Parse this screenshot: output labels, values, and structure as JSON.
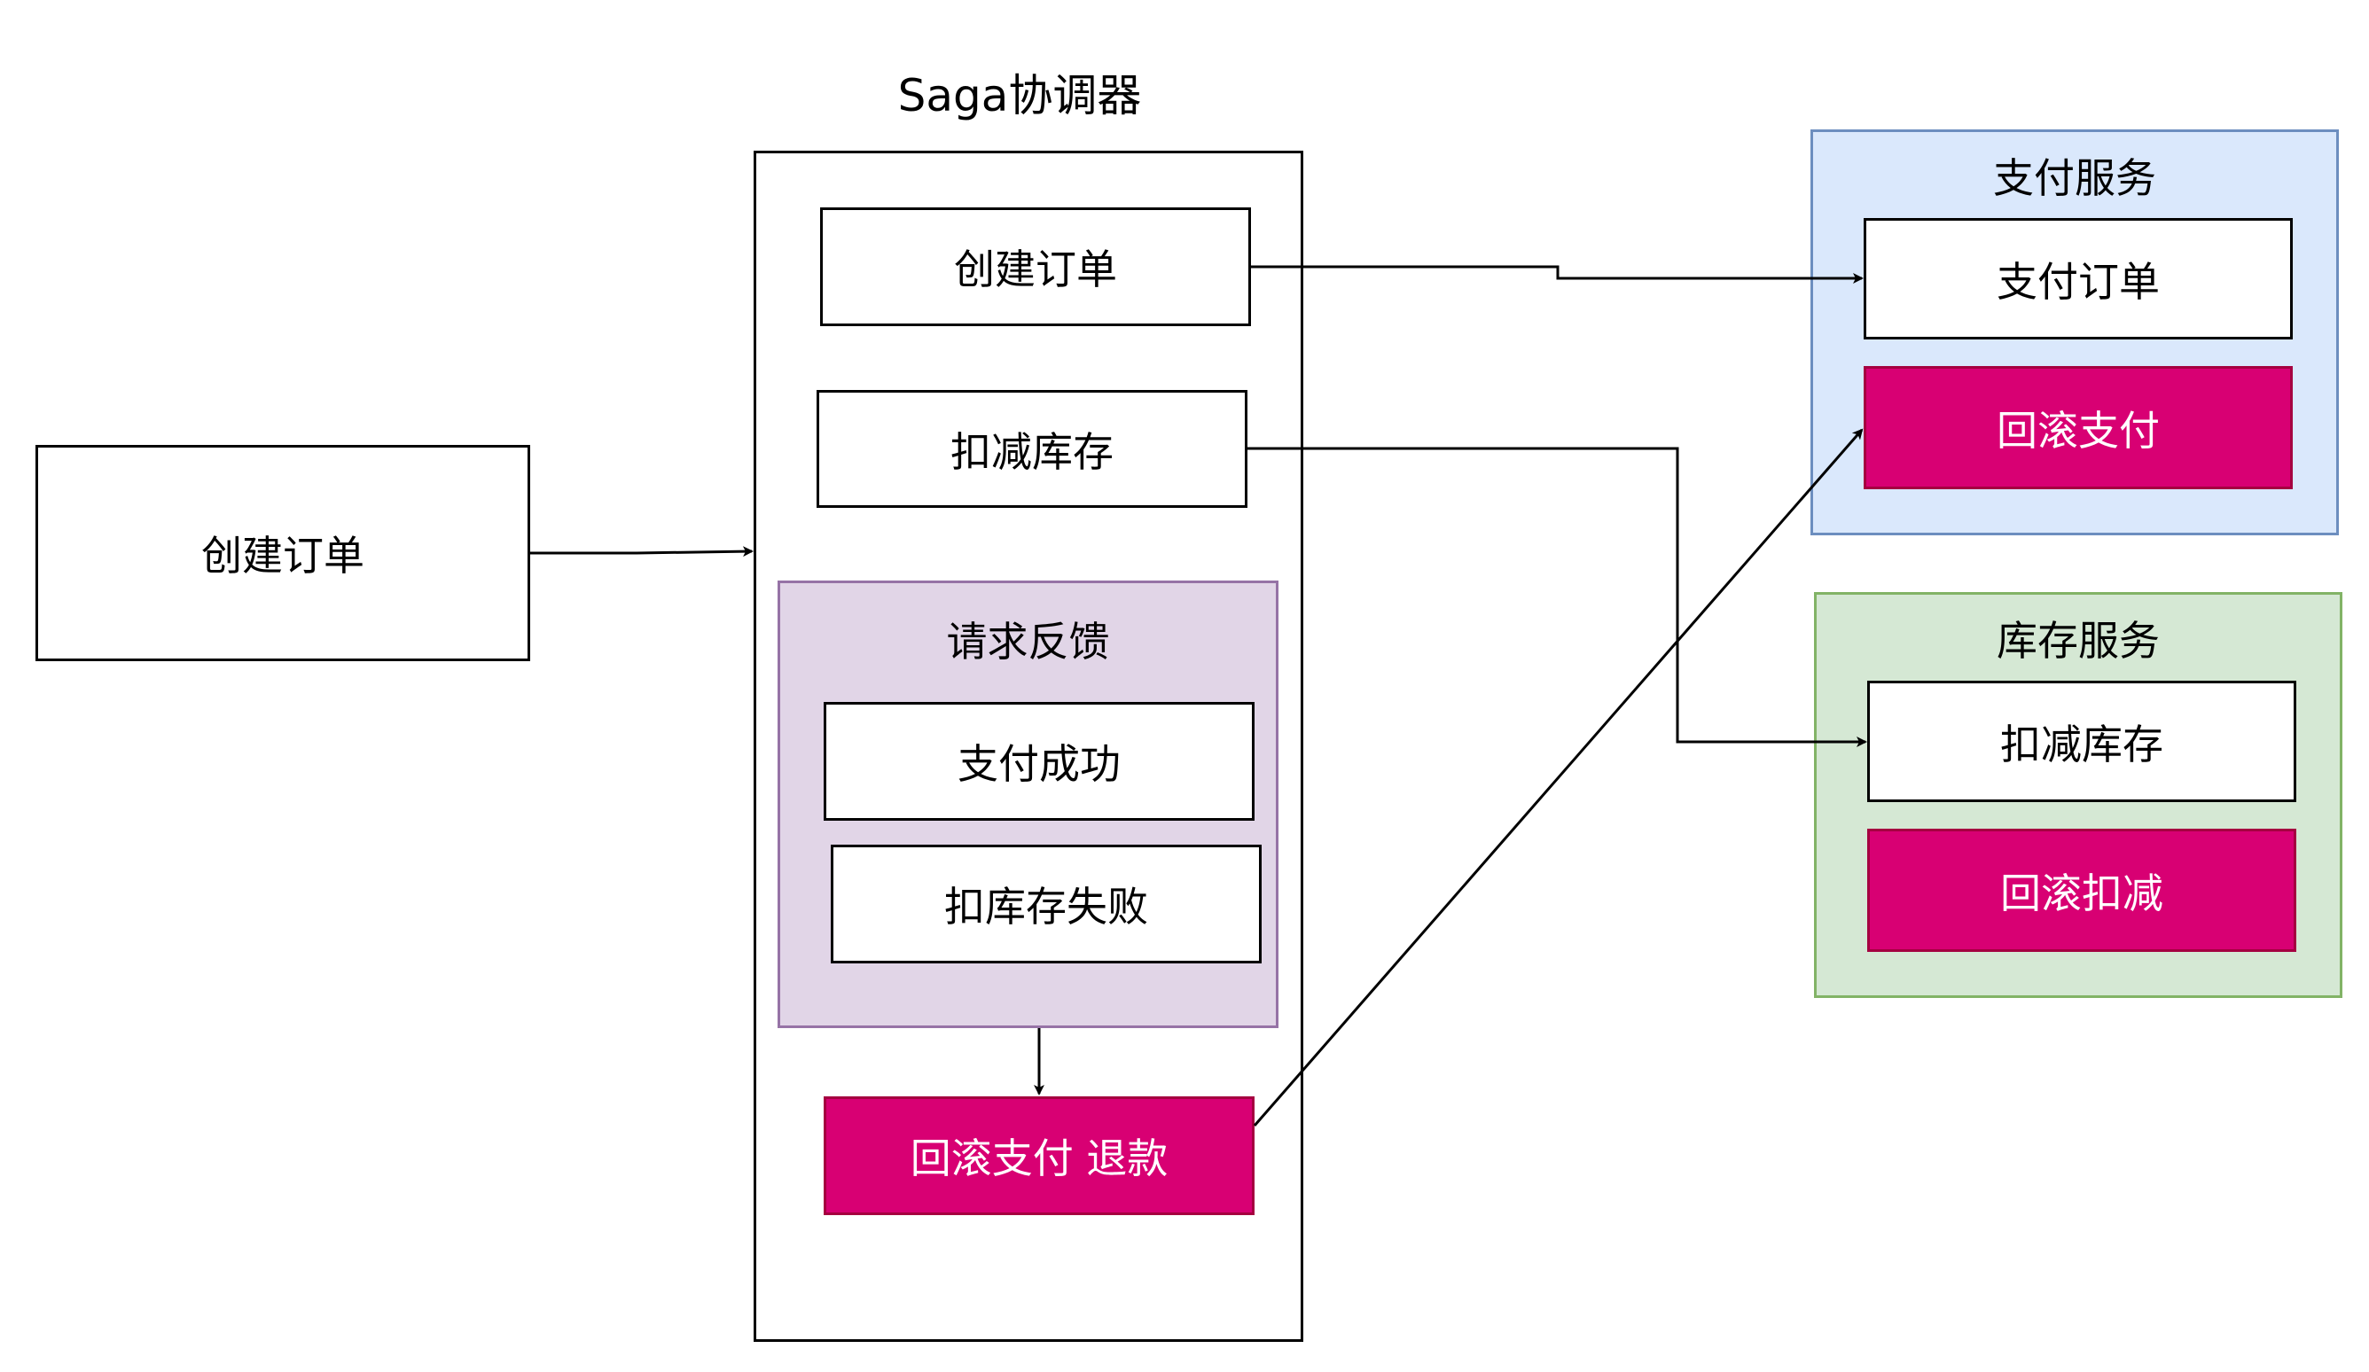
{
  "coordinator": {
    "title": "Saga协调器"
  },
  "client": {
    "create_order": "创建订单"
  },
  "steps": {
    "create_order": "创建订单",
    "deduct_inventory": "扣减库存",
    "feedback_group": "请求反馈",
    "payment_success": "支付成功",
    "inventory_failed": "扣库存失败",
    "rollback_refund": "回滚支付 退款"
  },
  "payment_service": {
    "title": "支付服务",
    "pay_order": "支付订单",
    "rollback_payment": "回滚支付"
  },
  "inventory_service": {
    "title": "库存服务",
    "deduct_inventory": "扣减库存",
    "rollback_deduction": "回滚扣减"
  },
  "colors": {
    "rollback_fill": "#d80073",
    "payment_group_fill": "#dae8fc",
    "payment_group_border": "#6c8ebf",
    "inventory_group_fill": "#d5e8d4",
    "inventory_group_border": "#82b366",
    "feedback_group_fill": "#e1d5e7",
    "feedback_group_border": "#9673a6"
  }
}
